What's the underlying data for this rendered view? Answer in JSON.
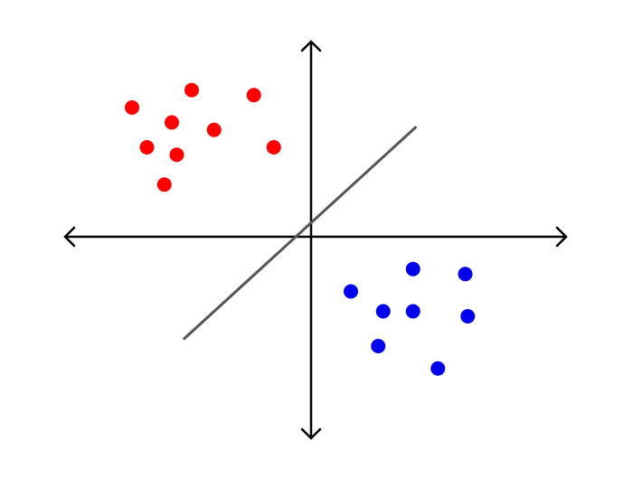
{
  "colors": {
    "background": "#ffffff",
    "axes": "#000000",
    "separator": "#555555",
    "class_a": "#ff0000",
    "class_b": "#0000ee"
  },
  "chart_data": {
    "type": "scatter",
    "title": "",
    "xlabel": "",
    "ylabel": "",
    "grid": false,
    "legend": "none",
    "xlim": [
      -10,
      10
    ],
    "ylim": [
      -8,
      8
    ],
    "series": [
      {
        "color": "#ff0000",
        "points": [
          [
            -7.2,
            5.2
          ],
          [
            -4.8,
            5.9
          ],
          [
            -2.3,
            5.7
          ],
          [
            -5.6,
            4.6
          ],
          [
            -3.9,
            4.3
          ],
          [
            -6.6,
            3.6
          ],
          [
            -5.4,
            3.3
          ],
          [
            -1.5,
            3.6
          ],
          [
            -5.9,
            2.1
          ]
        ]
      },
      {
        "color": "#0000ee",
        "points": [
          [
            4.1,
            -1.3
          ],
          [
            6.2,
            -1.5
          ],
          [
            1.6,
            -2.2
          ],
          [
            2.9,
            -3.0
          ],
          [
            4.1,
            -3.0
          ],
          [
            6.3,
            -3.2
          ],
          [
            2.7,
            -4.4
          ],
          [
            5.1,
            -5.3
          ]
        ]
      }
    ],
    "separator_line": {
      "from": [
        -5.1,
        -4.1
      ],
      "to": [
        4.2,
        4.4
      ]
    }
  }
}
